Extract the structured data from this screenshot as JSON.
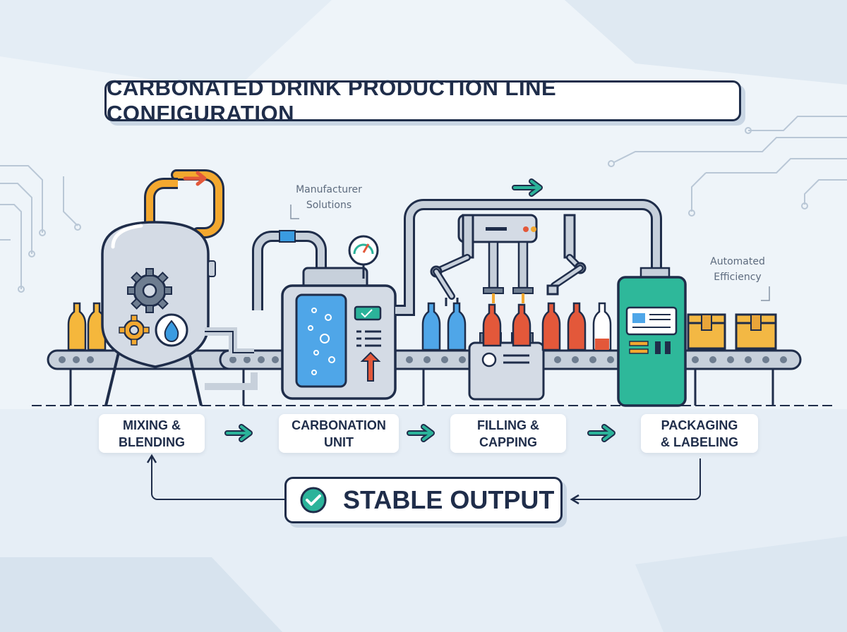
{
  "title": "CARBONATED DRINK PRODUCTION LINE CONFIGURATION",
  "annotations": {
    "manufacturer": [
      "Manufacturer",
      "Solutions"
    ],
    "automated": [
      "Automated",
      "Efficiency"
    ]
  },
  "stages": [
    {
      "lines": [
        "MIXING &",
        "BLENDING"
      ]
    },
    {
      "lines": [
        "CARBONATION",
        "UNIT"
      ]
    },
    {
      "lines": [
        "FILLING &",
        "CAPPING"
      ]
    },
    {
      "lines": [
        "PACKAGING",
        "& LABELING"
      ]
    }
  ],
  "output": {
    "label": "STABLE OUTPUT"
  },
  "colors": {
    "navy": "#1f2d4a",
    "teal": "#2bb39a",
    "orange": "#f0a830",
    "red_arrow": "#e3583a",
    "blue_liquid": "#3a9be0",
    "steel": "#c7d0db",
    "machine_green": "#2eb89a",
    "box_tan": "#f3b844"
  }
}
